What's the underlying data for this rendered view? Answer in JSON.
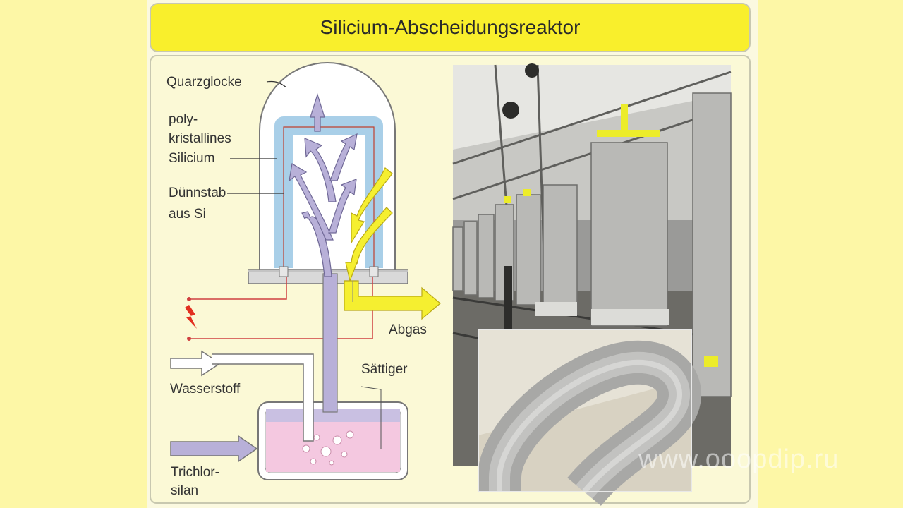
{
  "title": "Silicium-Abscheidungsreaktor",
  "labels": {
    "quarzglocke": "Quarzglocke",
    "poly_line1": "poly-",
    "poly_line2": "kristallines",
    "poly_line3": "Silicium",
    "duennstab_line1": "Dünnstab",
    "duennstab_line2": "aus Si",
    "abgas": "Abgas",
    "saettiger": "Sättiger",
    "wasserstoff": "Wasserstoff",
    "trichlor_line1": "Trichlor-",
    "trichlor_line2": "silan"
  },
  "watermark": "www.ooopdip.ru",
  "colors": {
    "title_bg": "#f9ef2c",
    "page_bg": "#fdf7a6",
    "rod_blue": "#a9cfe8",
    "gas_purple": "#b8b0d8",
    "exhaust_yellow": "#f5ef30",
    "liquid_pink": "#f4c8e0",
    "wire_red": "#d04040"
  }
}
